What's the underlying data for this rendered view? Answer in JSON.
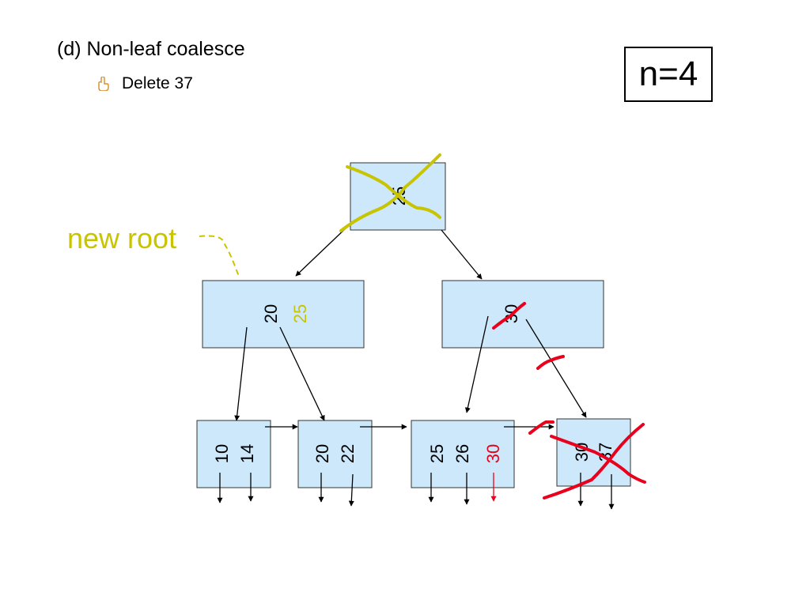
{
  "slide": {
    "title": "(d) Non-leaf coalesce",
    "bullet": "Delete 37",
    "bullet_icon": "pointing-hand-icon",
    "param": "n=4"
  },
  "annotation": {
    "new_root": "new root"
  },
  "tree": {
    "root": {
      "keys": [
        "25"
      ],
      "crossed_out": true
    },
    "internal": [
      {
        "keys": [
          {
            "text": "20",
            "color": "#000000"
          },
          {
            "text": "25",
            "color": "#c8c400"
          }
        ]
      },
      {
        "keys": [
          {
            "text": "30",
            "color": "#000000",
            "crossed_out": true
          }
        ]
      }
    ],
    "leaves": [
      {
        "keys": [
          {
            "text": "10",
            "color": "#000000"
          },
          {
            "text": "14",
            "color": "#000000"
          }
        ]
      },
      {
        "keys": [
          {
            "text": "20",
            "color": "#000000"
          },
          {
            "text": "22",
            "color": "#000000"
          }
        ]
      },
      {
        "keys": [
          {
            "text": "25",
            "color": "#000000"
          },
          {
            "text": "26",
            "color": "#000000"
          },
          {
            "text": "30",
            "color": "#e8001c"
          }
        ]
      },
      {
        "keys": [
          {
            "text": "30",
            "color": "#000000"
          },
          {
            "text": "37",
            "color": "#000000"
          }
        ],
        "crossed_out": true
      }
    ]
  },
  "colors": {
    "node_fill": "#cce8fa",
    "node_stroke": "#333333",
    "highlight": "#c8c400",
    "strike": "#e8001c"
  }
}
